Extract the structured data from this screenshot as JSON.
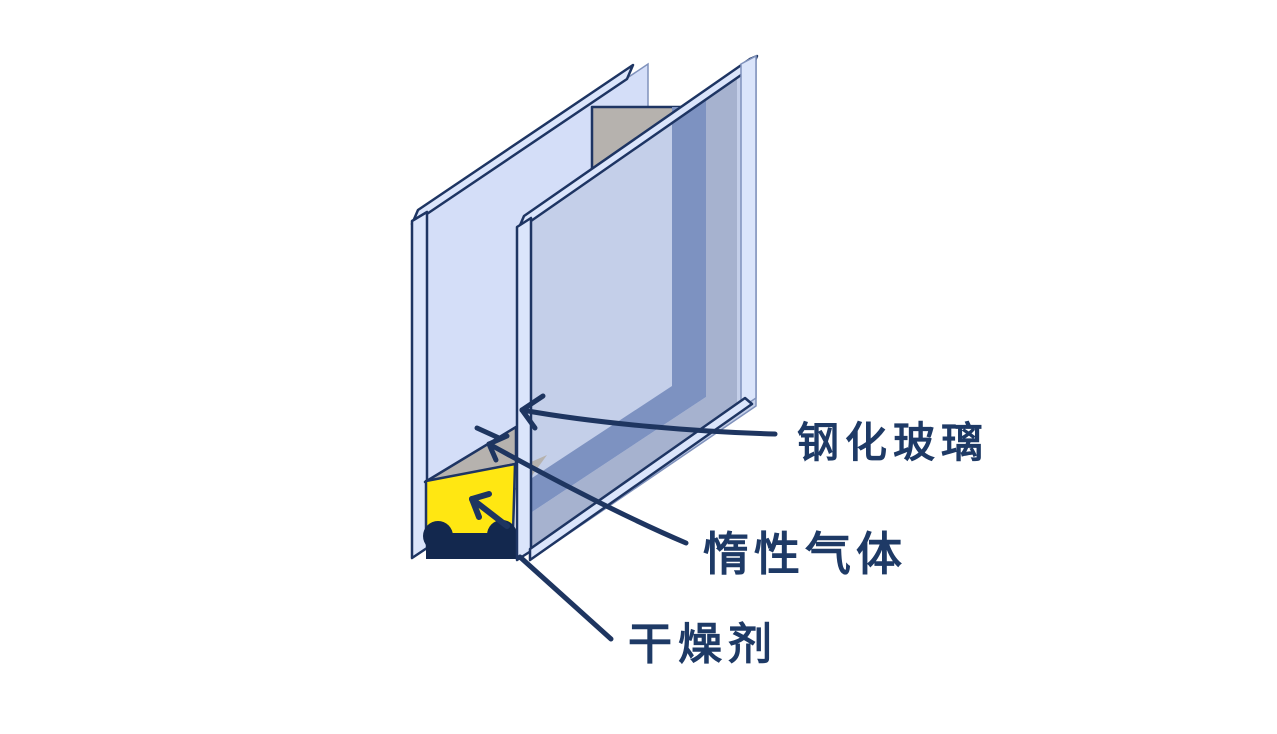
{
  "diagram": {
    "subject": "insulated-glazing-unit-illustration",
    "labels": {
      "tempered_glass": "钢化玻璃",
      "inert_gas": "惰性气体",
      "desiccant": "干燥剂"
    },
    "colors": {
      "background": "#ffffff",
      "outline": "#1e3563",
      "text": "#1e3a66",
      "arrow": "#1e3560",
      "front_pane_face": "#d4def8",
      "pane_edge": "#dbe5fb",
      "back_pane_face": "#c4cfe9",
      "spacer_band_dark": "#7d92c1",
      "spacer_band_mid": "#a6b2cf",
      "spacer_gray": "#b6b2ae",
      "desiccant_yellow": "#ffe712",
      "sealant_navy": "#13284e"
    }
  }
}
